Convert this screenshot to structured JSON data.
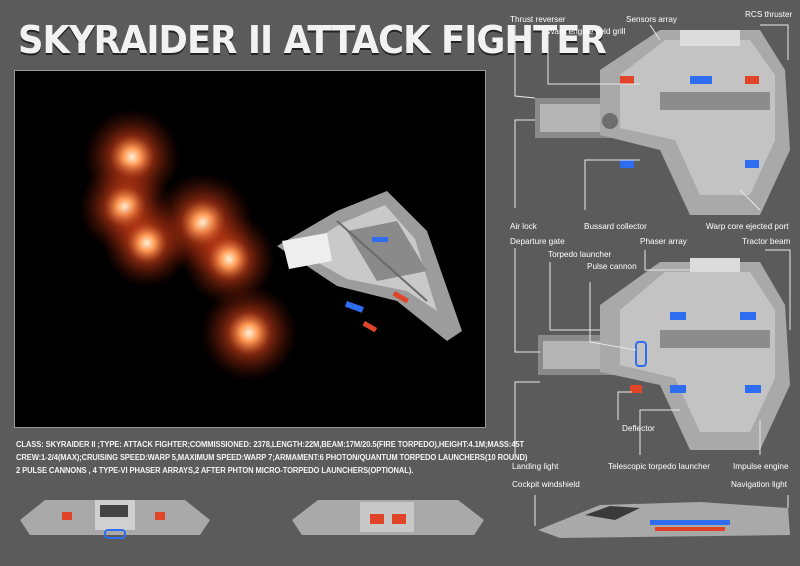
{
  "title": "SKYRAIDER II ATTACK FIGHTER",
  "specs": {
    "line1": "CLASS: SKYRAIDER II ;TYPE: ATTACK FIGHTER;COMMISSIONED: 2378,LENGTH:22M,BEAM:17M/20.5(FIRE TORPEDO),HEIGHT:4.1M;MASS:45T",
    "line2": "CREW:1-2/4(MAX);CRUISING SPEED:WARP 5,MAXIMUM SPEED:WARP 7;ARMAMENT:6 PHOTON/QUANTUM TORPEDO LAUNCHERS(10 ROUND)",
    "line3": "2 PULSE CANNONS , 4 TYPE-VI PHASER ARRAYS,2 AFTER PHTON MICRO-TORPEDO LAUNCHERS(OPTIONAL)."
  },
  "top_view_labels": {
    "thrust_reverser": "Thrust reverser",
    "sensors_array": "Sensors array",
    "rcs_thruster": "RCS thruster",
    "warp_engine_field_grill": "Warp engine field grill",
    "air_lock": "Air lock",
    "bussard_collector": "Bussard collector",
    "warp_core_ejected_port": "Warp core ejected  port"
  },
  "bottom_view_labels": {
    "departure_gate": "Departure gate",
    "phaser_array": "Phaser array",
    "tractor_beam": "Tractor beam",
    "torpedo_launcher": "Torpedo launcher",
    "pulse_cannon": "Pulse cannon",
    "deflector": "Deflector",
    "landing_light": "Landing light",
    "telescopic_torpedo_launcher": "Telescopic torpedo launcher",
    "impulse_engine": "Impulse engine"
  },
  "side_view_labels": {
    "cockpit_windshield": "Cockpit windshield",
    "navigation_light": "Navigation light"
  },
  "colors": {
    "background": "#5b5b5b",
    "hull": "#b9b9b9",
    "hull_dark": "#7d7d7d",
    "accent_blue": "#2f6df0",
    "accent_red": "#e0452a",
    "glow_orange": "#ff6a2a"
  }
}
